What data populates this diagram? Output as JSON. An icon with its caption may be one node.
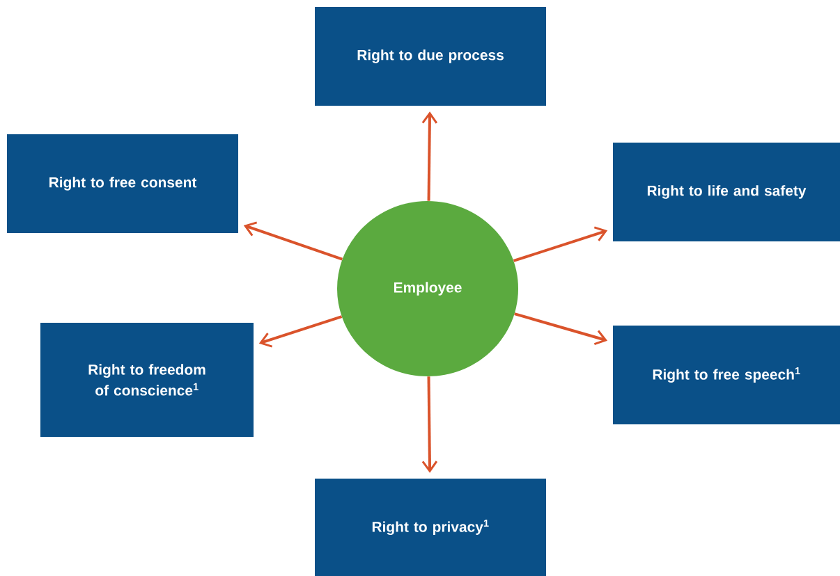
{
  "diagram": {
    "nodes": [
      {
        "text": [
          "Employee"
        ]
      },
      {
        "text": [
          "Right to due process"
        ]
      },
      {
        "text": [
          "Right to free consent"
        ]
      },
      {
        "text": [
          "Right to life and safety"
        ]
      },
      {
        "text": [
          "Right to freedom of conscience$^{1}$"
        ]
      },
      {
        "text": [
          "Right to free speech$^{1}$"
        ]
      },
      {
        "text": [
          "Right to privacy$^{1}$"
        ]
      }
    ],
    "edges": [
      {
        "from": 0,
        "to": 1,
        "arrow": "to"
      },
      {
        "from": 0,
        "to": 2,
        "arrow": "to"
      },
      {
        "from": 0,
        "to": 3,
        "arrow": "to"
      },
      {
        "from": 0,
        "to": 4,
        "arrow": "to"
      },
      {
        "from": 0,
        "to": 5,
        "arrow": "to"
      },
      {
        "from": 0,
        "to": 6,
        "arrow": "to"
      }
    ]
  }
}
